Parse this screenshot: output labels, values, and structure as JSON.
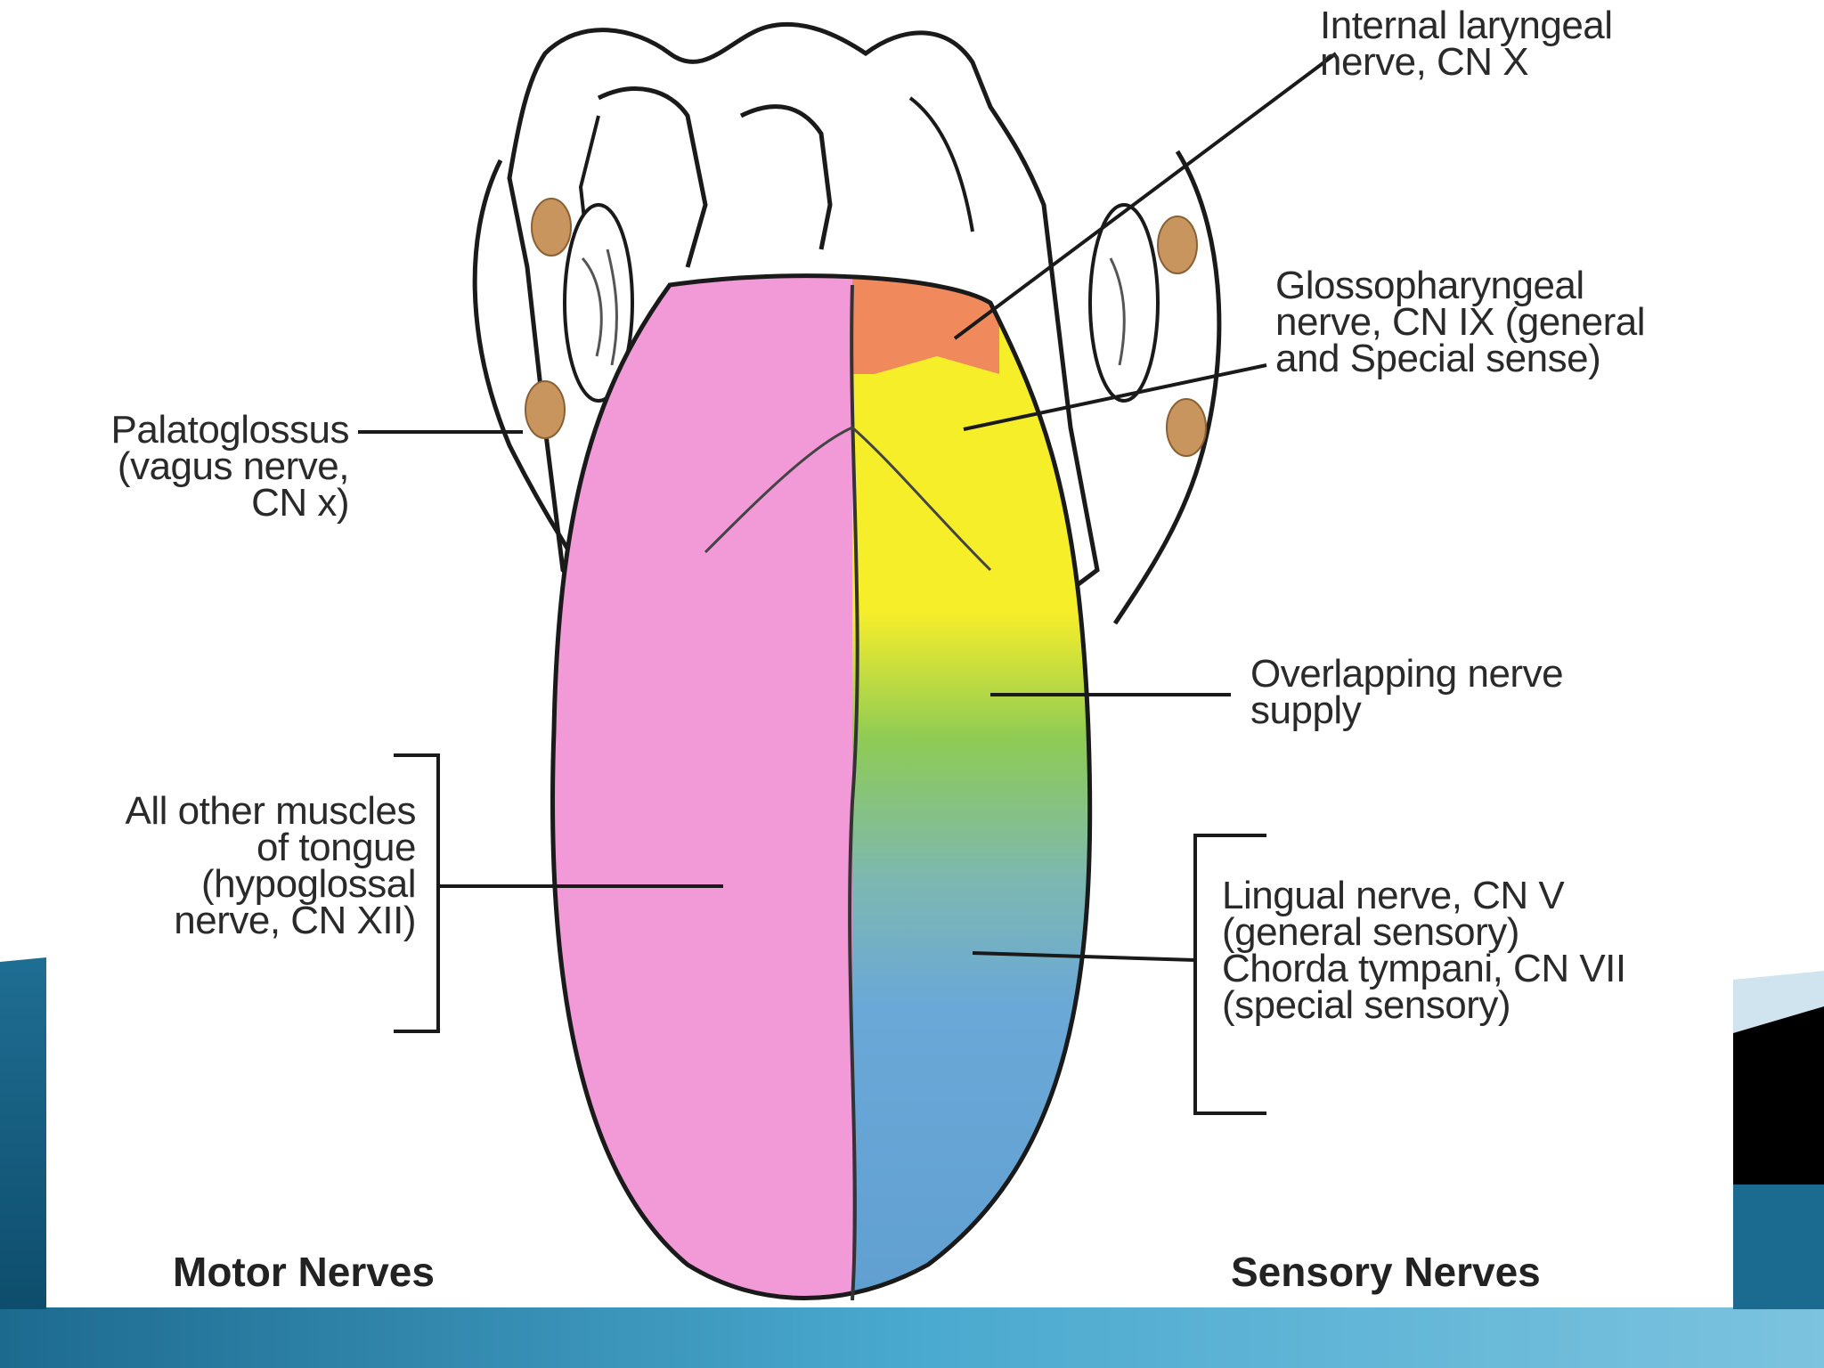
{
  "labels": {
    "internal_laryngeal": [
      "Internal laryngeal",
      "nerve, CN X"
    ],
    "glossopharyngeal": [
      "Glossopharyngeal",
      "nerve, CN IX (general",
      "and Special sense)"
    ],
    "palatoglossus": [
      "Palatoglossus",
      "(vagus nerve,",
      "CN x)"
    ],
    "overlapping": [
      "Overlapping nerve",
      "supply"
    ],
    "other_muscles": [
      "All other muscles",
      "of tongue",
      "(hypoglossal",
      "nerve, CN XII)"
    ],
    "lingual": [
      "Lingual nerve, CN V",
      "(general sensory)",
      "Chorda tympani, CN VII",
      "(special sensory)"
    ],
    "motor_footer": "Motor Nerves",
    "sensory_footer": "Sensory Nerves"
  },
  "colors": {
    "motor_region": "#f29ad8",
    "vagus_region": "#f08a5c",
    "glossopharyngeal_region": "#f7ee2a",
    "overlap_region": "#8ecb55",
    "lingual_region": "#6aa8d8",
    "slide_band": "#3a9cc4"
  }
}
